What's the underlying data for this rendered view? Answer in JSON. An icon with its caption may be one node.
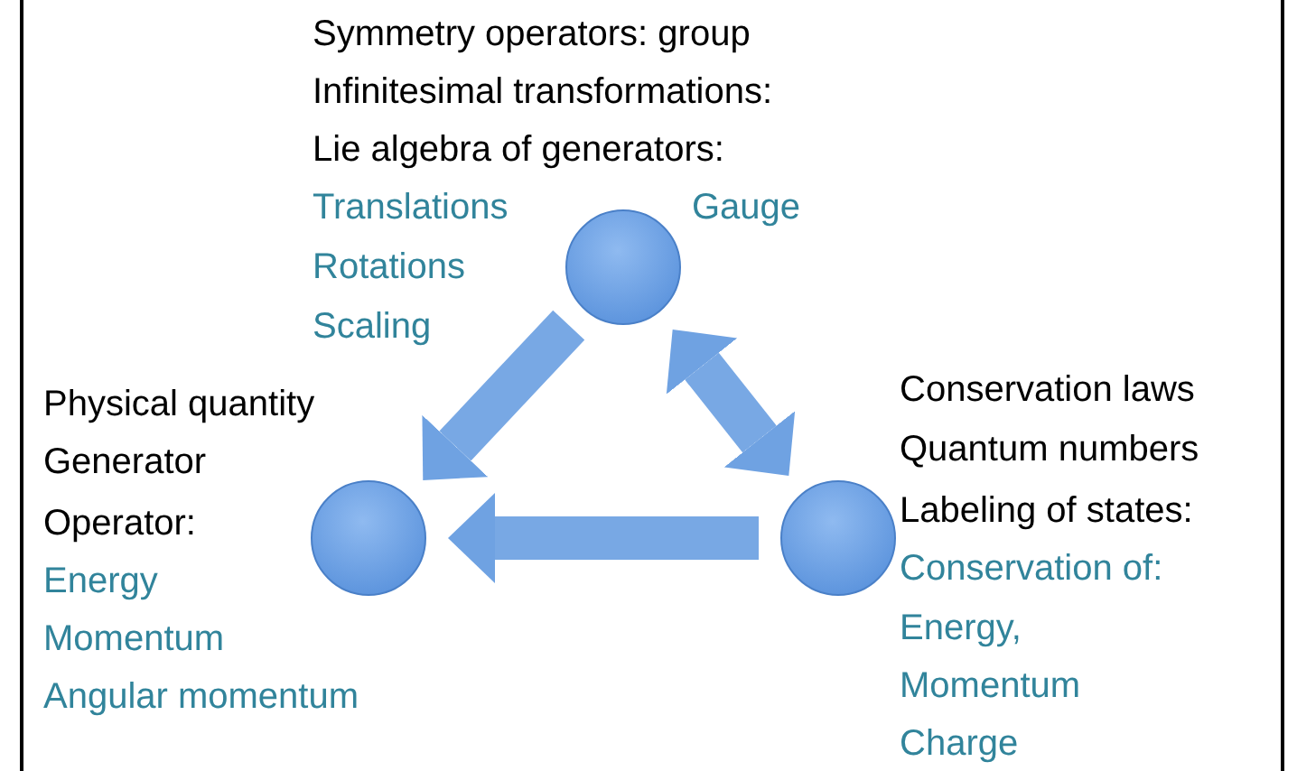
{
  "diagram": {
    "nodes": [
      {
        "text": [],
        "shape": "circle",
        "beside": [
          "Symmetry operators: group",
          "Infinitesimal transformations:",
          "Lie algebra of generators:",
          "Translations",
          "Gauge",
          "Rotations",
          "Scaling"
        ]
      },
      {
        "text": [],
        "shape": "circle",
        "beside": [
          "Physical quantity",
          "Generator",
          "Operator:",
          "Energy",
          "Momentum",
          "Angular momentum"
        ]
      },
      {
        "text": [],
        "shape": "circle",
        "beside": [
          "Conservation laws",
          "Quantum numbers",
          "Labeling of states:",
          "Conservation of:",
          "Energy,",
          "Momentum",
          "Charge"
        ]
      }
    ],
    "edges": [
      {
        "from": 0,
        "to": 1,
        "arrow": "to"
      },
      {
        "from": 0,
        "to": 2,
        "arrow": "both"
      },
      {
        "from": 2,
        "to": 1,
        "arrow": "to"
      }
    ]
  }
}
